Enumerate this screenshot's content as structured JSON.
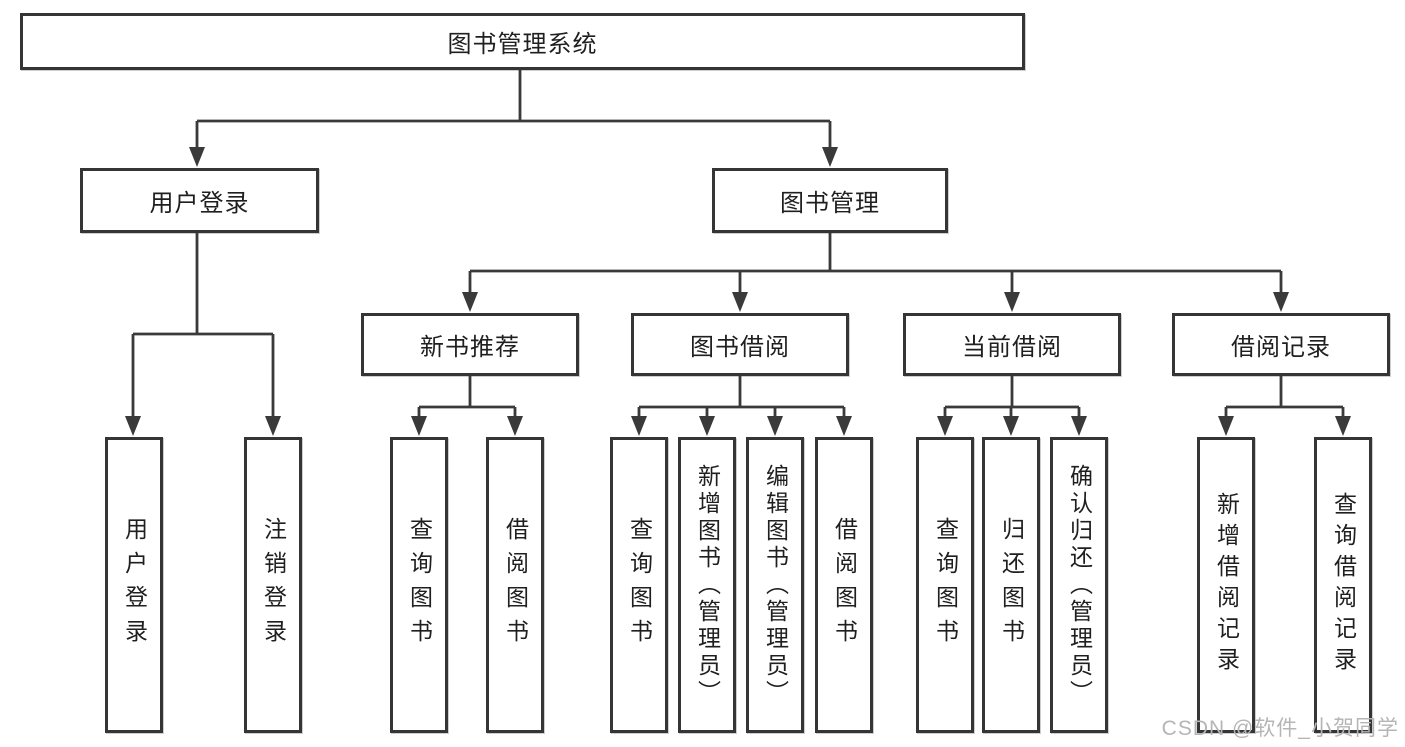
{
  "tree": {
    "label": "图书管理系统",
    "children": [
      {
        "label": "用户登录",
        "children": [
          {
            "label": "用户登录"
          },
          {
            "label": "注销登录"
          }
        ]
      },
      {
        "label": "图书管理",
        "children": [
          {
            "label": "新书推荐",
            "children": [
              {
                "label": "查询图书"
              },
              {
                "label": "借阅图书"
              }
            ]
          },
          {
            "label": "图书借阅",
            "children": [
              {
                "label": "查询图书"
              },
              {
                "label": "新增图书（管理员）"
              },
              {
                "label": "编辑图书（管理员）"
              },
              {
                "label": "借阅图书"
              }
            ]
          },
          {
            "label": "当前借阅",
            "children": [
              {
                "label": "查询图书"
              },
              {
                "label": "归还图书"
              },
              {
                "label": "确认归还（管理员）"
              }
            ]
          },
          {
            "label": "借阅记录",
            "children": [
              {
                "label": "新增借阅记录"
              },
              {
                "label": "查询借阅记录"
              }
            ]
          }
        ]
      }
    ]
  },
  "watermark": {
    "text": "CSDN @软件_小贺同学"
  },
  "colors": {
    "background": "#ffffff",
    "line": "#3a3a3a",
    "box_border": "#353535",
    "text": "#1f1f1f",
    "watermark": "#b5b5b5"
  }
}
